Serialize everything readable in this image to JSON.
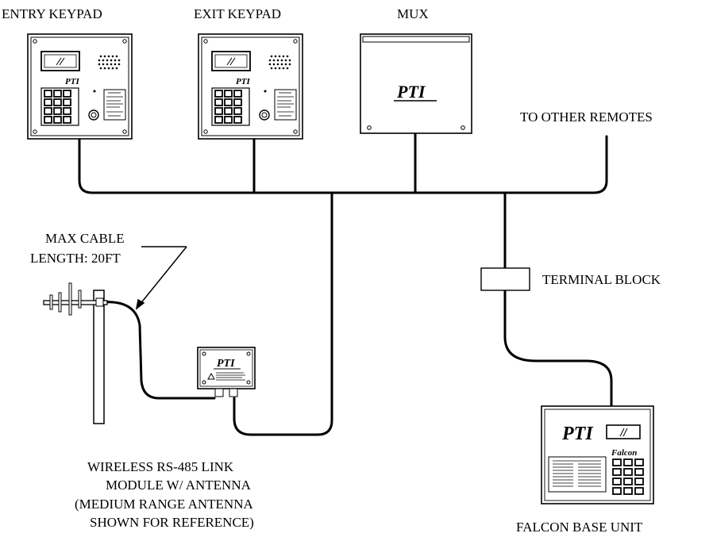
{
  "labels": {
    "entry_keypad": "ENTRY KEYPAD",
    "exit_keypad": "EXIT KEYPAD",
    "mux": "MUX",
    "to_other_remotes": "TO OTHER REMOTES",
    "max_cable_line1": "MAX CABLE",
    "max_cable_line2": "LENGTH: 20FT",
    "terminal_block": "TERMINAL BLOCK",
    "wireless_line1": "WIRELESS RS-485 LINK",
    "wireless_line2": "MODULE W/ ANTENNA",
    "wireless_line3": "(MEDIUM RANGE ANTENNA",
    "wireless_line4": "SHOWN FOR REFERENCE)",
    "falcon_base_unit": "FALCON BASE UNIT"
  },
  "brand": {
    "logo": "PTI",
    "base_model": "Falcon"
  },
  "colors": {
    "line": "#000000",
    "background": "#ffffff"
  }
}
